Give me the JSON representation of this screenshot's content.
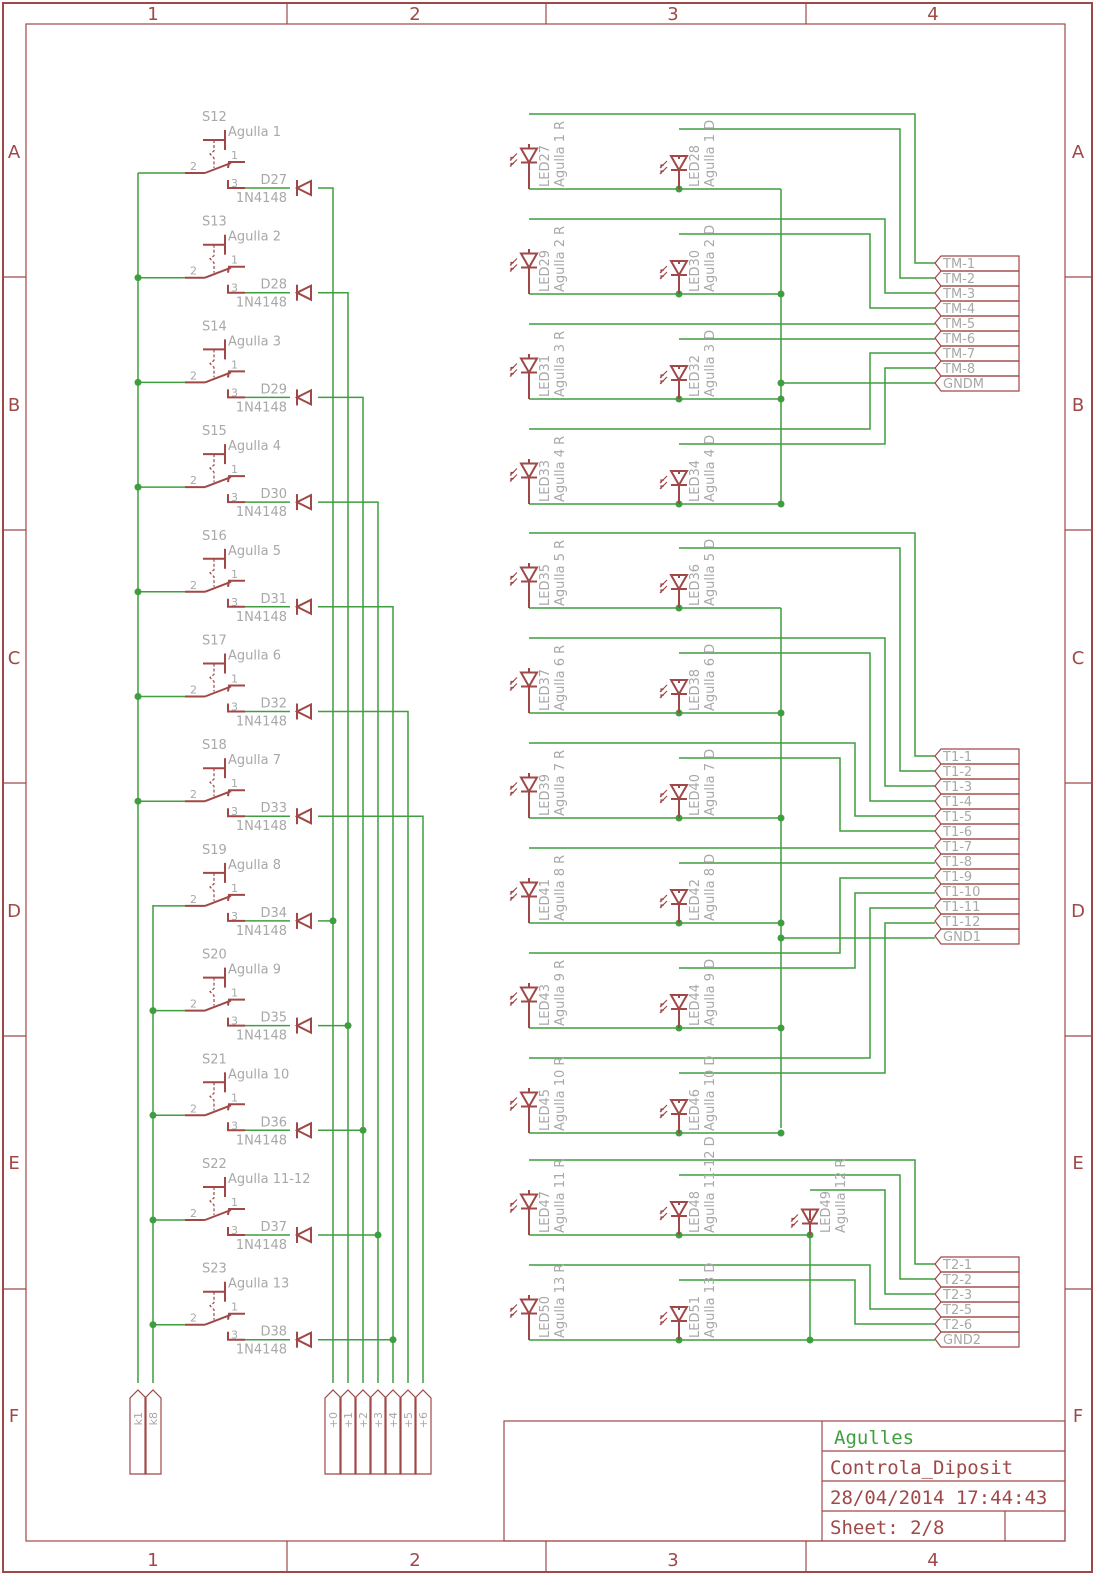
{
  "frame": {
    "columns": [
      "1",
      "2",
      "3",
      "4"
    ],
    "rows": [
      "A",
      "B",
      "C",
      "D",
      "E",
      "F"
    ]
  },
  "switches": [
    {
      "ref": "S12",
      "value": "Agulla 1",
      "diode": "D27",
      "diode_part": "1N4148",
      "pin_common": "2",
      "pin_no": "1",
      "pin_nc": "3"
    },
    {
      "ref": "S13",
      "value": "Agulla 2",
      "diode": "D28",
      "diode_part": "1N4148",
      "pin_common": "2",
      "pin_no": "1",
      "pin_nc": "3"
    },
    {
      "ref": "S14",
      "value": "Agulla 3",
      "diode": "D29",
      "diode_part": "1N4148",
      "pin_common": "2",
      "pin_no": "1",
      "pin_nc": "3"
    },
    {
      "ref": "S15",
      "value": "Agulla 4",
      "diode": "D30",
      "diode_part": "1N4148",
      "pin_common": "2",
      "pin_no": "1",
      "pin_nc": "3"
    },
    {
      "ref": "S16",
      "value": "Agulla 5",
      "diode": "D31",
      "diode_part": "1N4148",
      "pin_common": "2",
      "pin_no": "1",
      "pin_nc": "3"
    },
    {
      "ref": "S17",
      "value": "Agulla 6",
      "diode": "D32",
      "diode_part": "1N4148",
      "pin_common": "2",
      "pin_no": "1",
      "pin_nc": "3"
    },
    {
      "ref": "S18",
      "value": "Agulla 7",
      "diode": "D33",
      "diode_part": "1N4148",
      "pin_common": "2",
      "pin_no": "1",
      "pin_nc": "3"
    },
    {
      "ref": "S19",
      "value": "Agulla 8",
      "diode": "D34",
      "diode_part": "1N4148",
      "pin_common": "2",
      "pin_no": "1",
      "pin_nc": "3"
    },
    {
      "ref": "S20",
      "value": "Agulla 9",
      "diode": "D35",
      "diode_part": "1N4148",
      "pin_common": "2",
      "pin_no": "1",
      "pin_nc": "3"
    },
    {
      "ref": "S21",
      "value": "Agulla 10",
      "diode": "D36",
      "diode_part": "1N4148",
      "pin_common": "2",
      "pin_no": "1",
      "pin_nc": "3"
    },
    {
      "ref": "S22",
      "value": "Agulla 11-12",
      "diode": "D37",
      "diode_part": "1N4148",
      "pin_common": "2",
      "pin_no": "1",
      "pin_nc": "3"
    },
    {
      "ref": "S23",
      "value": "Agulla 13",
      "diode": "D38",
      "diode_part": "1N4148",
      "pin_common": "2",
      "pin_no": "1",
      "pin_nc": "3"
    }
  ],
  "bottom_connectors": {
    "k": [
      "k1",
      "k8"
    ],
    "plus": [
      "+0",
      "+1",
      "+2",
      "+3",
      "+4",
      "+5",
      "+6"
    ]
  },
  "leds": [
    {
      "ref": "LED27",
      "value": "Agulla 1 R"
    },
    {
      "ref": "LED28",
      "value": "Agulla 1 D"
    },
    {
      "ref": "LED29",
      "value": "Agulla 2 R"
    },
    {
      "ref": "LED30",
      "value": "Agulla 2 D"
    },
    {
      "ref": "LED31",
      "value": "Agulla 3 R"
    },
    {
      "ref": "LED32",
      "value": "Agulla 3 D"
    },
    {
      "ref": "LED33",
      "value": "Agulla 4 R"
    },
    {
      "ref": "LED34",
      "value": "Agulla 4 D"
    },
    {
      "ref": "LED35",
      "value": "Agulla 5 R"
    },
    {
      "ref": "LED36",
      "value": "Agulla 5 D"
    },
    {
      "ref": "LED37",
      "value": "Agulla 6 R"
    },
    {
      "ref": "LED38",
      "value": "Agulla 6 D"
    },
    {
      "ref": "LED39",
      "value": "Agulla 7 R"
    },
    {
      "ref": "LED40",
      "value": "Agulla 7 D"
    },
    {
      "ref": "LED41",
      "value": "Agulla 8 R"
    },
    {
      "ref": "LED42",
      "value": "Agulla 8 D"
    },
    {
      "ref": "LED43",
      "value": "Agulla 9 R"
    },
    {
      "ref": "LED44",
      "value": "Agulla 9 D"
    },
    {
      "ref": "LED45",
      "value": "Agulla 10 R"
    },
    {
      "ref": "LED46",
      "value": "Agulla 10 D"
    },
    {
      "ref": "LED47",
      "value": "Agulla 11 R"
    },
    {
      "ref": "LED48",
      "value": "Agulla 11-12 D"
    },
    {
      "ref": "LED49",
      "value": "Agulla 12 R"
    },
    {
      "ref": "LED50",
      "value": "Agulla 13 R"
    },
    {
      "ref": "LED51",
      "value": "Agulla 13 D"
    }
  ],
  "connectors": {
    "TM": [
      "TM-1",
      "TM-2",
      "TM-3",
      "TM-4",
      "TM-5",
      "TM-6",
      "TM-7",
      "TM-8",
      "GNDM"
    ],
    "T1": [
      "T1-1",
      "T1-2",
      "T1-3",
      "T1-4",
      "T1-5",
      "T1-6",
      "T1-7",
      "T1-8",
      "T1-9",
      "T1-10",
      "T1-11",
      "T1-12",
      "GND1"
    ],
    "T2": [
      "T2-1",
      "T2-2",
      "T2-3",
      "T2-5",
      "T2-6",
      "GND2"
    ]
  },
  "title_block": {
    "project": "Agulles",
    "drawing": "Controla_Diposit",
    "datetime": "28/04/2014 17:44:43",
    "sheet": "Sheet: 2/8"
  },
  "colors": {
    "frame": "#a04848",
    "wire": "#3f9e3f",
    "label": "#a8a8a8"
  }
}
